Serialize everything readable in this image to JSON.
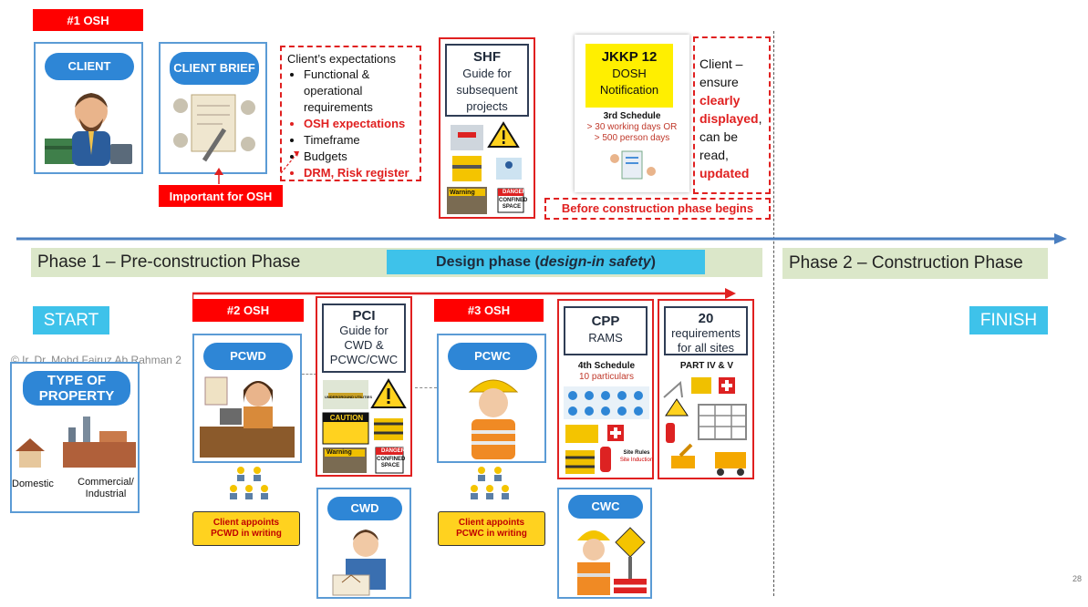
{
  "osh1": "#1 OSH",
  "client_label": "CLIENT",
  "client_brief_label": "CLIENT BRIEF",
  "expectations": {
    "title": "Client’s expectations",
    "items": [
      {
        "text": "Functional & operational requirements",
        "red": false
      },
      {
        "text": "OSH expectations",
        "red": true
      },
      {
        "text": "Timeframe",
        "red": false
      },
      {
        "text": "Budgets",
        "red": false
      },
      {
        "text": "DRM, Risk register",
        "red": true
      }
    ]
  },
  "important": "Important for OSH",
  "shf": {
    "title": "SHF",
    "sub": "Guide for subsequent projects"
  },
  "jkkp": {
    "title": "JKKP 12",
    "sub": "DOSH Notification",
    "schedule": "3rd Schedule",
    "line1": "> 30 working days OR",
    "line2": "> 500 person days"
  },
  "client_ensure": {
    "l1": "Client –",
    "l2": "ensure",
    "l3": "clearly",
    "l4": "displayed",
    "l5": ",",
    "l6": "can be",
    "l7": "read,",
    "l8": "updated"
  },
  "before": "Before construction phase begins",
  "phase1": "Phase 1 – Pre-construction Phase",
  "design_phase": {
    "prefix": "Design phase (",
    "italic": "design-in safety",
    "suffix": ")"
  },
  "phase2": "Phase 2 – Construction Phase",
  "start": "START",
  "finish": "FINISH",
  "osh2": "#2 OSH",
  "osh3": "#3 OSH",
  "copyright": "© Ir. Dr. Mohd Fairuz Ab Rahman 2",
  "type_of_property": "TYPE OF PROPERTY",
  "domestic": "Domestic",
  "commercial": "Commercial/ Industrial",
  "pcwd": "PCWD",
  "pcwc": "PCWC",
  "cwd": "CWD",
  "cwc": "CWC",
  "pci": {
    "title": "PCI",
    "sub": "Guide for CWD & PCWC/CWC"
  },
  "cpp": {
    "title": "CPP",
    "sub": "RAMS",
    "schedule": "4th Schedule",
    "particulars": "10 particulars"
  },
  "req20": {
    "title": "20",
    "sub": "requirements for all sites",
    "part": "PART IV & V"
  },
  "appoint_pcwd": "Client appoints PCWD in writing",
  "appoint_pcwc": "Client appoints PCWC in writing",
  "sign_caution": "CAUTION",
  "sign_warning": "Warning",
  "sign_danger": "DANGER",
  "sign_confined": "CONFINED SPACE",
  "site_rules": "Site Rules",
  "site_induction": "Site Induction",
  "underground": "UNDERGROUND UTILITIES",
  "page_no": "28",
  "colors": {
    "red": "#ff0000",
    "blue": "#2e86d6",
    "phase_green": "#dbe7c9",
    "cyan": "#3ec2ea",
    "yellow": "#ffd21f",
    "arrow": "#4a7fc1"
  }
}
